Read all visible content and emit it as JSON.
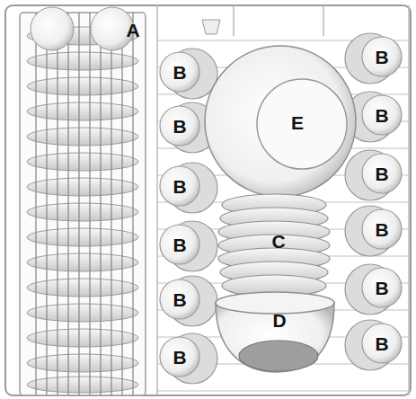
{
  "diagram": {
    "labels": [
      "A",
      "B",
      "B",
      "B",
      "B",
      "B",
      "B",
      "E",
      "C",
      "D",
      "B",
      "B",
      "B",
      "B",
      "B",
      "B"
    ]
  }
}
